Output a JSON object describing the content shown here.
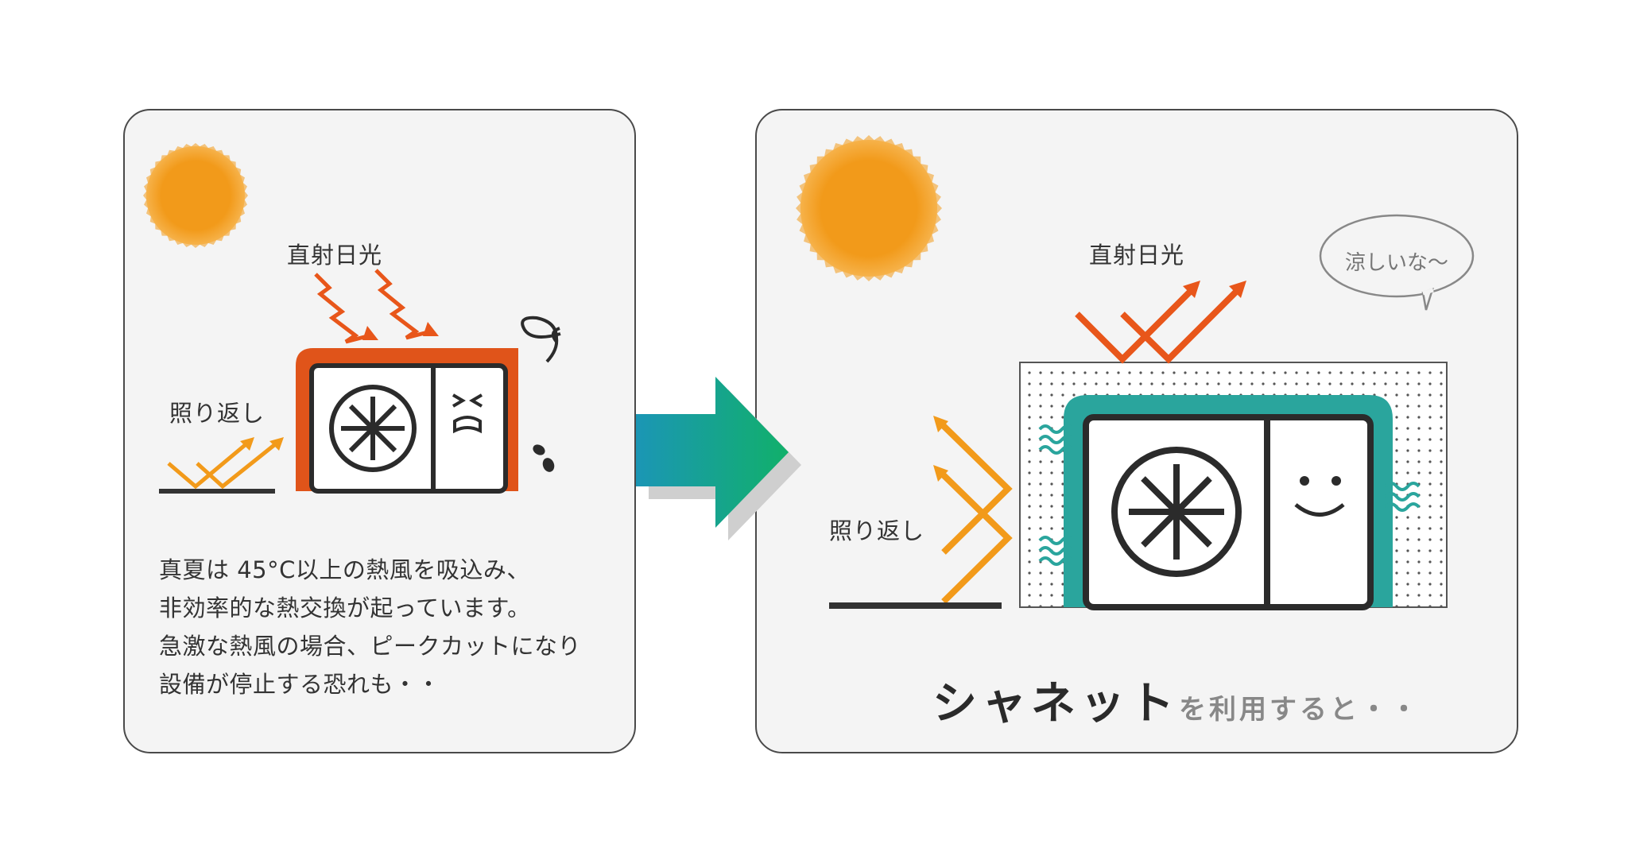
{
  "colors": {
    "sun": "#f29a1a",
    "direct_sunlight": "#e8561a",
    "reflection": "#f29a1a",
    "hot_unit_frame": "#e0541a",
    "cool_unit_frame": "#2aa59d",
    "arrow_start": "#1b96b5",
    "arrow_end": "#11b06a",
    "panel_bg": "#f4f4f4"
  },
  "left_panel": {
    "sunlight_label": "直射日光",
    "reflection_label": "照り返し",
    "description": [
      "真夏は 45°C以上の熱風を吸込み、",
      "非効率的な熱交換が起っています。",
      "急激な熱風の場合、ピークカットになり",
      "設備が停止する恐れも・・"
    ]
  },
  "right_panel": {
    "sunlight_label": "直射日光",
    "reflection_label": "照り返し",
    "speech_bubble": "涼しいな〜",
    "brand_name": "シャネット",
    "brand_suffix": "を利用すると・・"
  },
  "icons": {
    "sun": "sun-icon",
    "fan": "fan-icon",
    "flow_arrow": "right-arrow-icon",
    "heat_waves": "heat-wave-icon"
  }
}
